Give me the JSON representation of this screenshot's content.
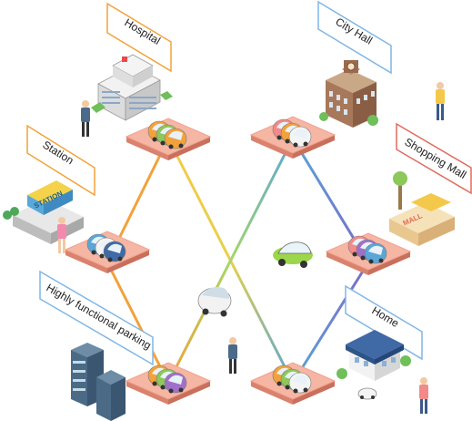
{
  "diagram": {
    "labels": {
      "hospital": "Hospital",
      "city_hall": "City Hall",
      "station": "Station",
      "shopping_mall": "Shopping Mall",
      "parking": "Highly functional parking",
      "home": "Home"
    },
    "sign_text": {
      "station": "STATION",
      "mall": "MALL"
    },
    "colors": {
      "pad": "#f2a28e",
      "pad_top": "#f6b6a4",
      "line_orange": "#f2a23a",
      "line_yellow": "#f4d34a",
      "line_green": "#8cc85a",
      "line_blue": "#5aa6d6",
      "line_purple": "#7a6ac8",
      "label_border_orange": "#f2a23a",
      "label_border_blue": "#7fb6e6",
      "label_border_red": "#e06a5a"
    }
  }
}
